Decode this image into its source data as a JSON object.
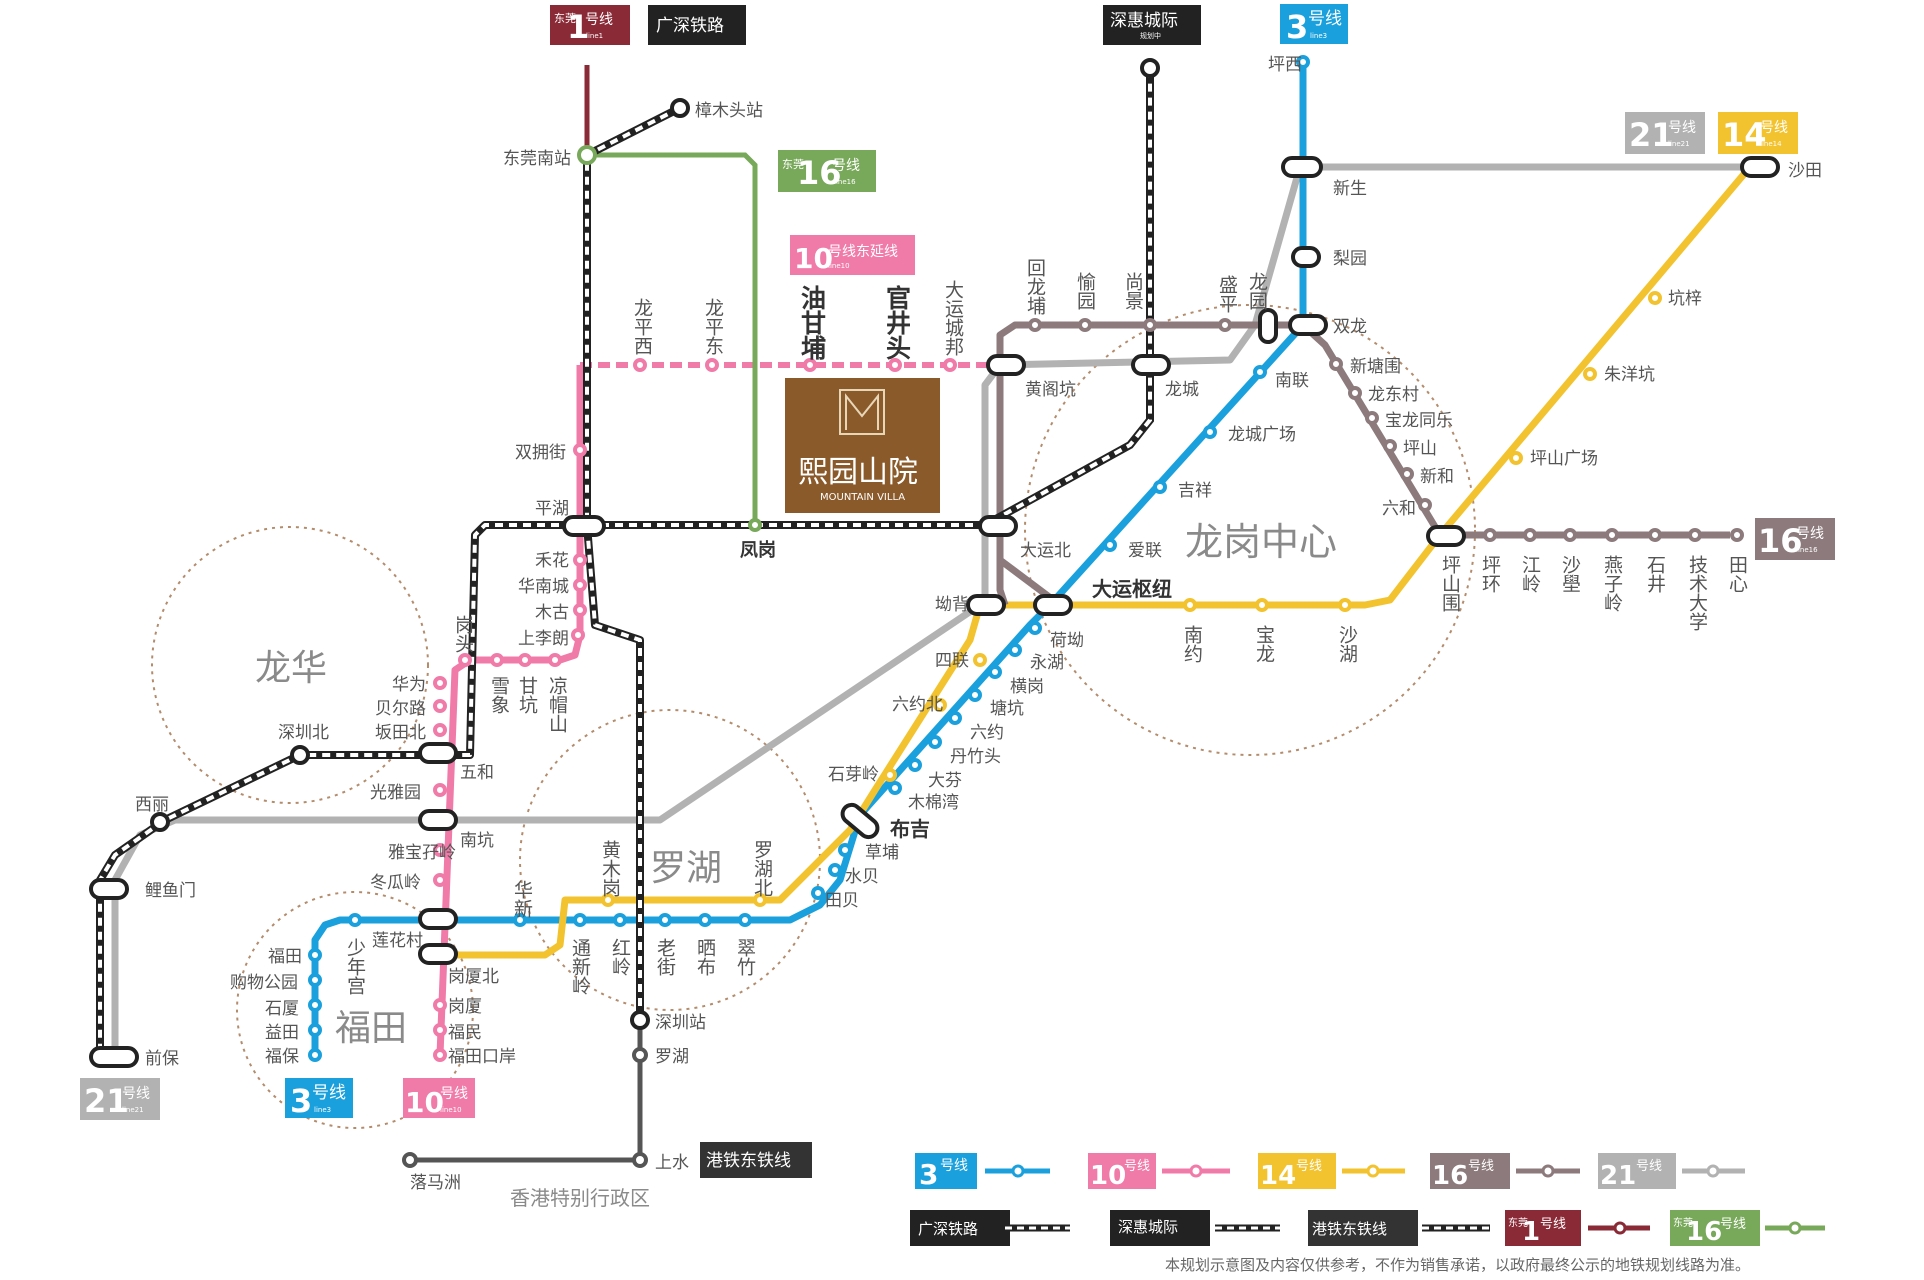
{
  "colors": {
    "line3": "#1aa0dc",
    "line10": "#f07aa8",
    "line14": "#f2c32e",
    "line16": "#8c7a7c",
    "line21": "#b2b2b2",
    "dongguan1": "#8a2a36",
    "dongguan16": "#78a85a",
    "rail_black": "#222222",
    "hk_east_rail": "#555555",
    "property_bg": "#8a5a2a"
  },
  "badges": {
    "line_word": "号线",
    "dongguan": "东莞",
    "line3_sub": "line3",
    "line10_sub": "line10",
    "line14_sub": "line14",
    "line16_sub": "line16",
    "line21_sub": "line21",
    "line1_sub": "line1",
    "planned": "规划中",
    "ext10_label": "号线东延线",
    "num3": "3",
    "num10": "10",
    "num14": "14",
    "num16": "16",
    "num21": "21",
    "num1": "1"
  },
  "rails": {
    "guangshen": "广深铁路",
    "shenhui": "深惠城际",
    "hk_east": "港铁东铁线"
  },
  "property": {
    "name_cn": "熙园山院",
    "name_en": "MOUNTAIN VILLA"
  },
  "areas": {
    "longhua": "龙华",
    "luohu": "罗湖",
    "futian": "福田",
    "longgang": "龙岗中心",
    "hongkong": "香港特别行政区"
  },
  "hubs": {
    "dayun": "大运枢纽",
    "buji": "布吉"
  },
  "stations": {
    "zhangmutou": "樟木头站",
    "dongguannan": "东莞南站",
    "pingxi": "坪西",
    "xinsheng": "新生",
    "liyuan": "梨园",
    "shuanglong": "双龙",
    "shatian": "沙田",
    "kengzi": "坑梓",
    "zhuyangkeng": "朱洋坑",
    "pingshanguangchang": "坪山广场",
    "pingshanwei": "坪山围",
    "nanlian": "南联",
    "longchengguangchang": "龙城广场",
    "jixiang": "吉祥",
    "ailian": "爱联",
    "longcheng": "龙城",
    "huanggekeng": "黄阁坑",
    "dayunbei": "大运北",
    "xintangwei": "新塘围",
    "longdongcun": "龙东村",
    "baolongtongle": "宝龙同乐",
    "pingshan": "坪山",
    "xinhe": "新和",
    "liuhe": "六和",
    "shuangyongjie": "双拥街",
    "pinghu": "平湖",
    "fenggang": "凤岗",
    "hehua": "禾花",
    "huanancheng": "华南城",
    "mugu": "木古",
    "shangliliang": "上李朗",
    "aobei": "坳背",
    "hebao": "荷坳",
    "yonghu": "永湖",
    "henggang": "横岗",
    "tangkeng": "塘坑",
    "liuyue": "六约",
    "danzhutou": "丹竹头",
    "dafen": "大芬",
    "mumianwan": "木棉湾",
    "caopu": "草埔",
    "shuibei": "水贝",
    "tianbei": "田贝",
    "silian": "四联",
    "liuyuebei": "六约北",
    "shiyaling": "石芽岭",
    "huaweibeiersi": "华为",
    "beiersi": "贝尔路",
    "bantianbei": "坂田北",
    "shenzhenbei": "深圳北",
    "xili": "西丽",
    "liyumen": "鲤鱼门",
    "qianbao": "前保",
    "wuhe": "五和",
    "guangyayuan": "光雅园",
    "nankeng": "南坑",
    "yabaozailing": "雅宝孖岭",
    "dongualing": "冬瓜岭",
    "lianhuacun": "莲花村",
    "gangxiabei": "岗厦北",
    "gangxia": "岗厦",
    "fumin": "福民",
    "futiankouan": "福田口岸",
    "futian": "福田",
    "gouwugongyuan": "购物公园",
    "shixia": "石厦",
    "yitian": "益田",
    "fubao": "福保",
    "shaoniangong": "少年宫",
    "shenzhenzhan": "深圳站",
    "luohu": "罗湖",
    "shangshui": "上水",
    "luomazhou": "落马洲",
    "huaxin": "华新",
    "huangmugang": "黄木岗",
    "tongxinling": "通新岭",
    "hongling": "红岭",
    "laojie": "老街",
    "shaibu": "晒布",
    "cuizhu": "翠竹",
    "luohubei": "罗湖北",
    "gangtou": "岗头",
    "xuexiang": "雪象",
    "gankeng": "甘坑",
    "liangmaoshan": "凉帽山",
    "longpingxi": "龙平西",
    "longpingdong": "龙平东",
    "youganpu": "油甘埔",
    "guanjingtou": "官井头",
    "dayunchengbang": "大运城邦",
    "huilongpu": "回龙埔",
    "yuyuan": "愉园",
    "shangjing": "尚景",
    "shengping": "盛平",
    "longyuan": "龙园",
    "nanyue": "南约",
    "baolong": "宝龙",
    "shahu": "沙湖",
    "pinghuan": "坪环",
    "jiangling": "江岭",
    "shapu": "沙壆",
    "yanziling": "燕子岭",
    "shijing": "石井",
    "jishudaxue": "技术大学",
    "tianxin": "田心"
  },
  "footnote": "本规划示意图及内容仅供参考，不作为销售承诺，以政府最终公示的地铁规划线路为准。"
}
